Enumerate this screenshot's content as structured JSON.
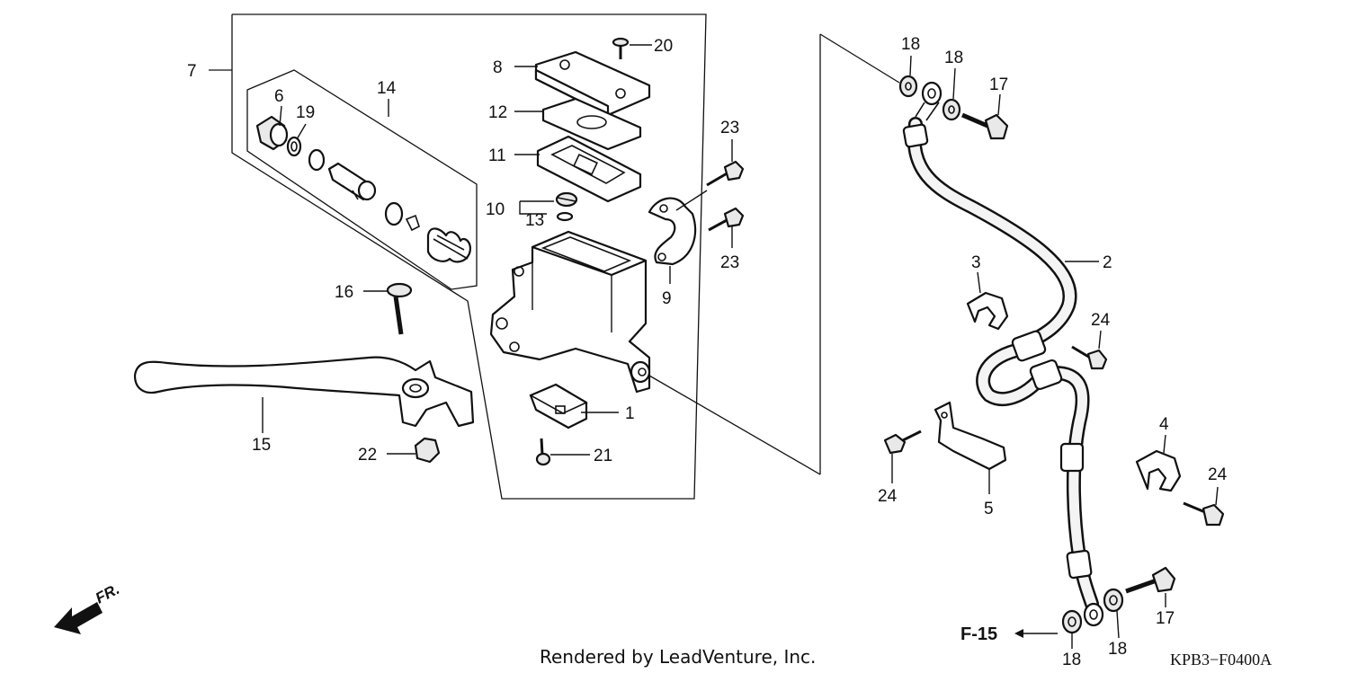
{
  "diagram": {
    "callouts": {
      "c1": "1",
      "c2": "2",
      "c3": "3",
      "c4": "4",
      "c5": "5",
      "c6": "6",
      "c7": "7",
      "c8": "8",
      "c9": "9",
      "c10": "10",
      "c11": "11",
      "c12": "12",
      "c13": "13",
      "c14": "14",
      "c15": "15",
      "c16": "16",
      "c17a": "17",
      "c17b": "17",
      "c18a": "18",
      "c18b": "18",
      "c18c": "18",
      "c18d": "18",
      "c19": "19",
      "c20": "20",
      "c21": "21",
      "c22": "22",
      "c23a": "23",
      "c23b": "23",
      "c24a": "24",
      "c24b": "24",
      "c24c": "24"
    },
    "ref_label": "F-15",
    "direction_label": "FR.",
    "footer_text": "Rendered by LeadVenture, Inc.",
    "diagram_code": "KPB3−F0400A"
  }
}
